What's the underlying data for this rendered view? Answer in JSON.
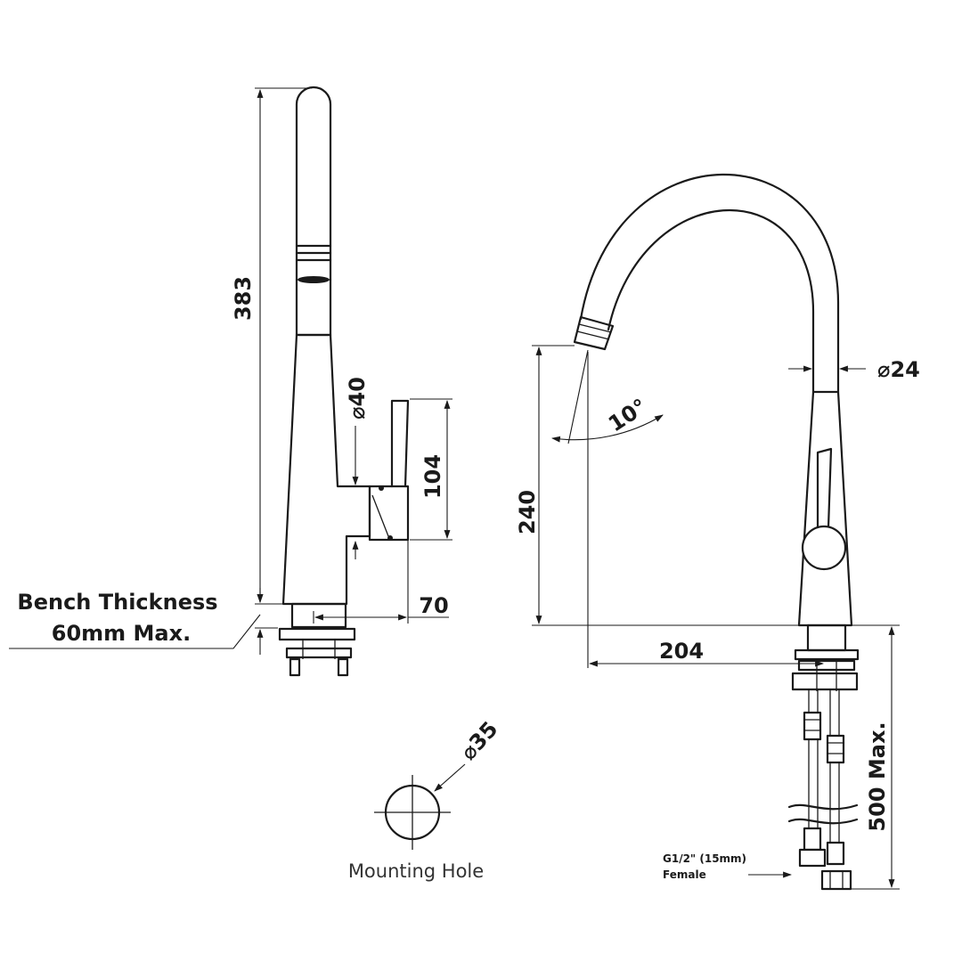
{
  "dimensions": {
    "overall_height": "383",
    "lever_diameter": "40",
    "lever_height": "104",
    "lever_reach": "70",
    "spout_height": "240",
    "spout_angle": "10°",
    "spout_diameter": "24",
    "spout_reach": "204",
    "hose_length": "500 Max.",
    "mounting_hole_diameter": "35"
  },
  "labels": {
    "bench_line1": "Bench Thickness",
    "bench_line2": "60mm Max.",
    "mounting_hole": "Mounting Hole",
    "connector_line1": "G1/2\" (15mm)",
    "connector_line2": "Female"
  },
  "symbols": {
    "diameter": "⌀"
  }
}
